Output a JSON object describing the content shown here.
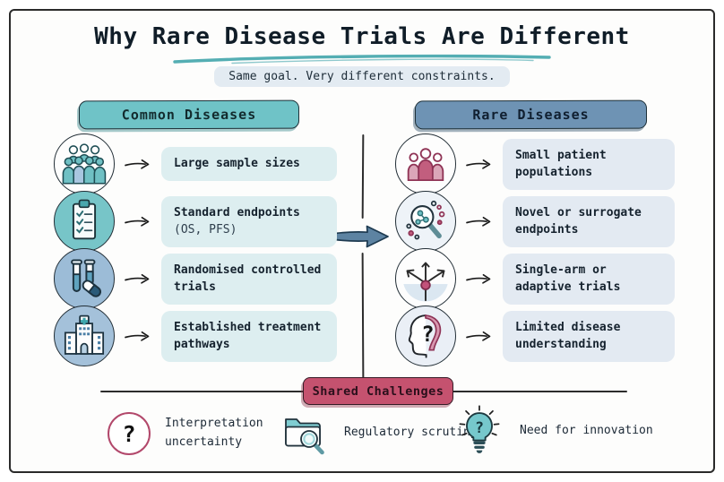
{
  "title": "Why Rare Disease Trials Are Different",
  "subtitle": "Same goal. Very different constraints.",
  "columns": {
    "common": {
      "header": "Common Diseases",
      "items": [
        {
          "icon": "crowd-icon",
          "label": "Large sample sizes",
          "sublabel": ""
        },
        {
          "icon": "clipboard-checklist-icon",
          "label": "Standard endpoints",
          "sublabel": "(OS, PFS)"
        },
        {
          "icon": "test-tubes-pill-icon",
          "label": "Randomised controlled trials",
          "sublabel": ""
        },
        {
          "icon": "hospital-icon",
          "label": "Established treatment pathways",
          "sublabel": ""
        }
      ]
    },
    "rare": {
      "header": "Rare Diseases",
      "items": [
        {
          "icon": "few-patients-icon",
          "label": "Small patient populations"
        },
        {
          "icon": "magnifier-cells-icon",
          "label": "Novel or surrogate endpoints"
        },
        {
          "icon": "branching-arrows-icon",
          "label": "Single-arm or adaptive trials"
        },
        {
          "icon": "head-question-icon",
          "label": "Limited disease understanding"
        }
      ]
    }
  },
  "shared": {
    "badge": "Shared Challenges",
    "items": [
      {
        "icon": "question-mark-icon",
        "label": "Interpretation uncertainty"
      },
      {
        "icon": "folder-magnifier-icon",
        "label": "Regulatory scrutiny"
      },
      {
        "icon": "lightbulb-question-icon",
        "label": "Need for innovation"
      }
    ]
  },
  "colors": {
    "common_header": "#6fc3c7",
    "rare_header": "#6e93b4",
    "common_box": "#ddeef0",
    "rare_box": "#e3eaf2",
    "shared_badge": "#c5526f",
    "accent_teal": "#54aeb3",
    "accent_pink": "#b2486b",
    "big_arrow": "#5d83a2"
  }
}
